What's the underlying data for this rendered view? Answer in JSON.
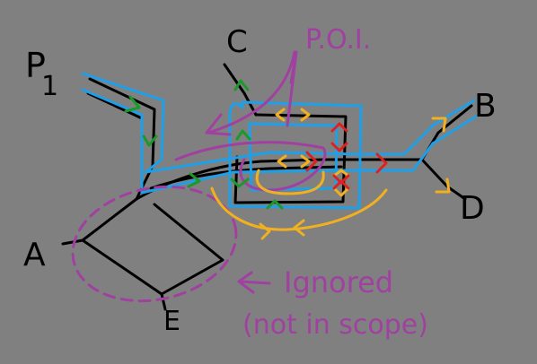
{
  "colors": {
    "background": "#808080",
    "road": "#000000",
    "route_blue": "#1ea0e8",
    "annotation_purple": "#a040a0",
    "arrow_green": "#1a9a2a",
    "arrow_yellow": "#f0b020",
    "arrow_red": "#e02020"
  },
  "labels": {
    "p": "P",
    "p_sub": "1",
    "a": "A",
    "b": "B",
    "c": "C",
    "d": "D",
    "e": "E"
  },
  "annotations": {
    "poi": "P.O.I.",
    "ignored_line1": "Ignored",
    "ignored_line2": "(not in scope)"
  },
  "icons": [
    "poi-pointer-arrow-icon",
    "ignored-pointer-arrow-icon",
    "direction-arrow-icon"
  ]
}
